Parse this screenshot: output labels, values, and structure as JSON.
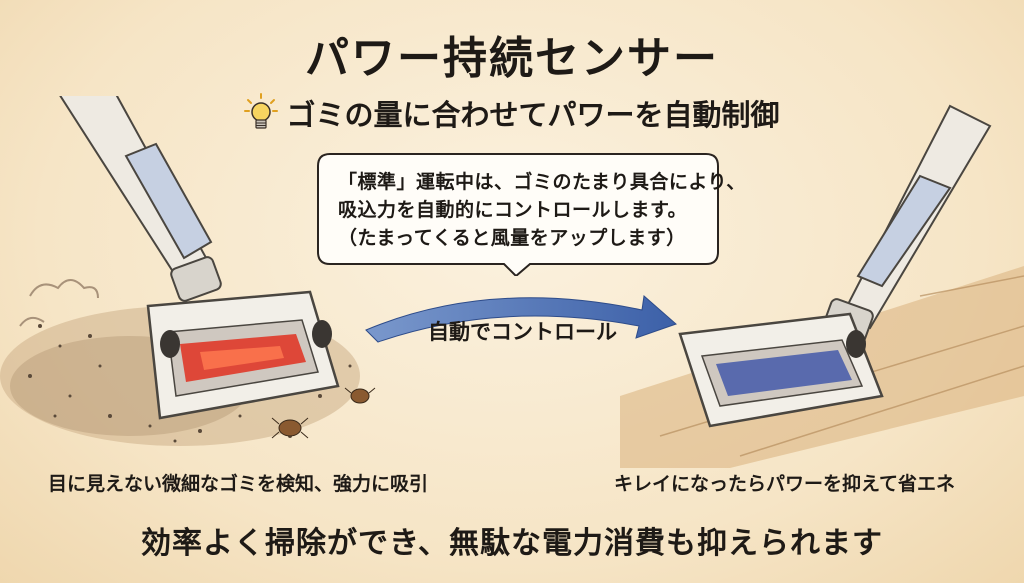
{
  "header": {
    "title": "パワー持続センサー",
    "subtitle": "ゴミの量に合わせてパワーを自動制御",
    "subtitle_icon": "lightbulb-icon"
  },
  "speech_bubble": {
    "lines": [
      "「標準」運転中は、ゴミのたまり具合により、",
      "吸込力を自動的にコントロールします。",
      "（たまってくると風量をアップします）"
    ]
  },
  "arrow": {
    "label": "自動でコントロール",
    "color": "#4a6fb0"
  },
  "left_panel": {
    "caption": "目に見えない微細なゴミを検知、強力に吸引",
    "glow_color": "#e03020"
  },
  "right_panel": {
    "caption": "キレイになったらパワーを抑えて省エネ",
    "glow_color": "#3b52a8"
  },
  "footer": {
    "summary": "効率よく掃除ができ、無駄な電力消費も抑えられます"
  }
}
